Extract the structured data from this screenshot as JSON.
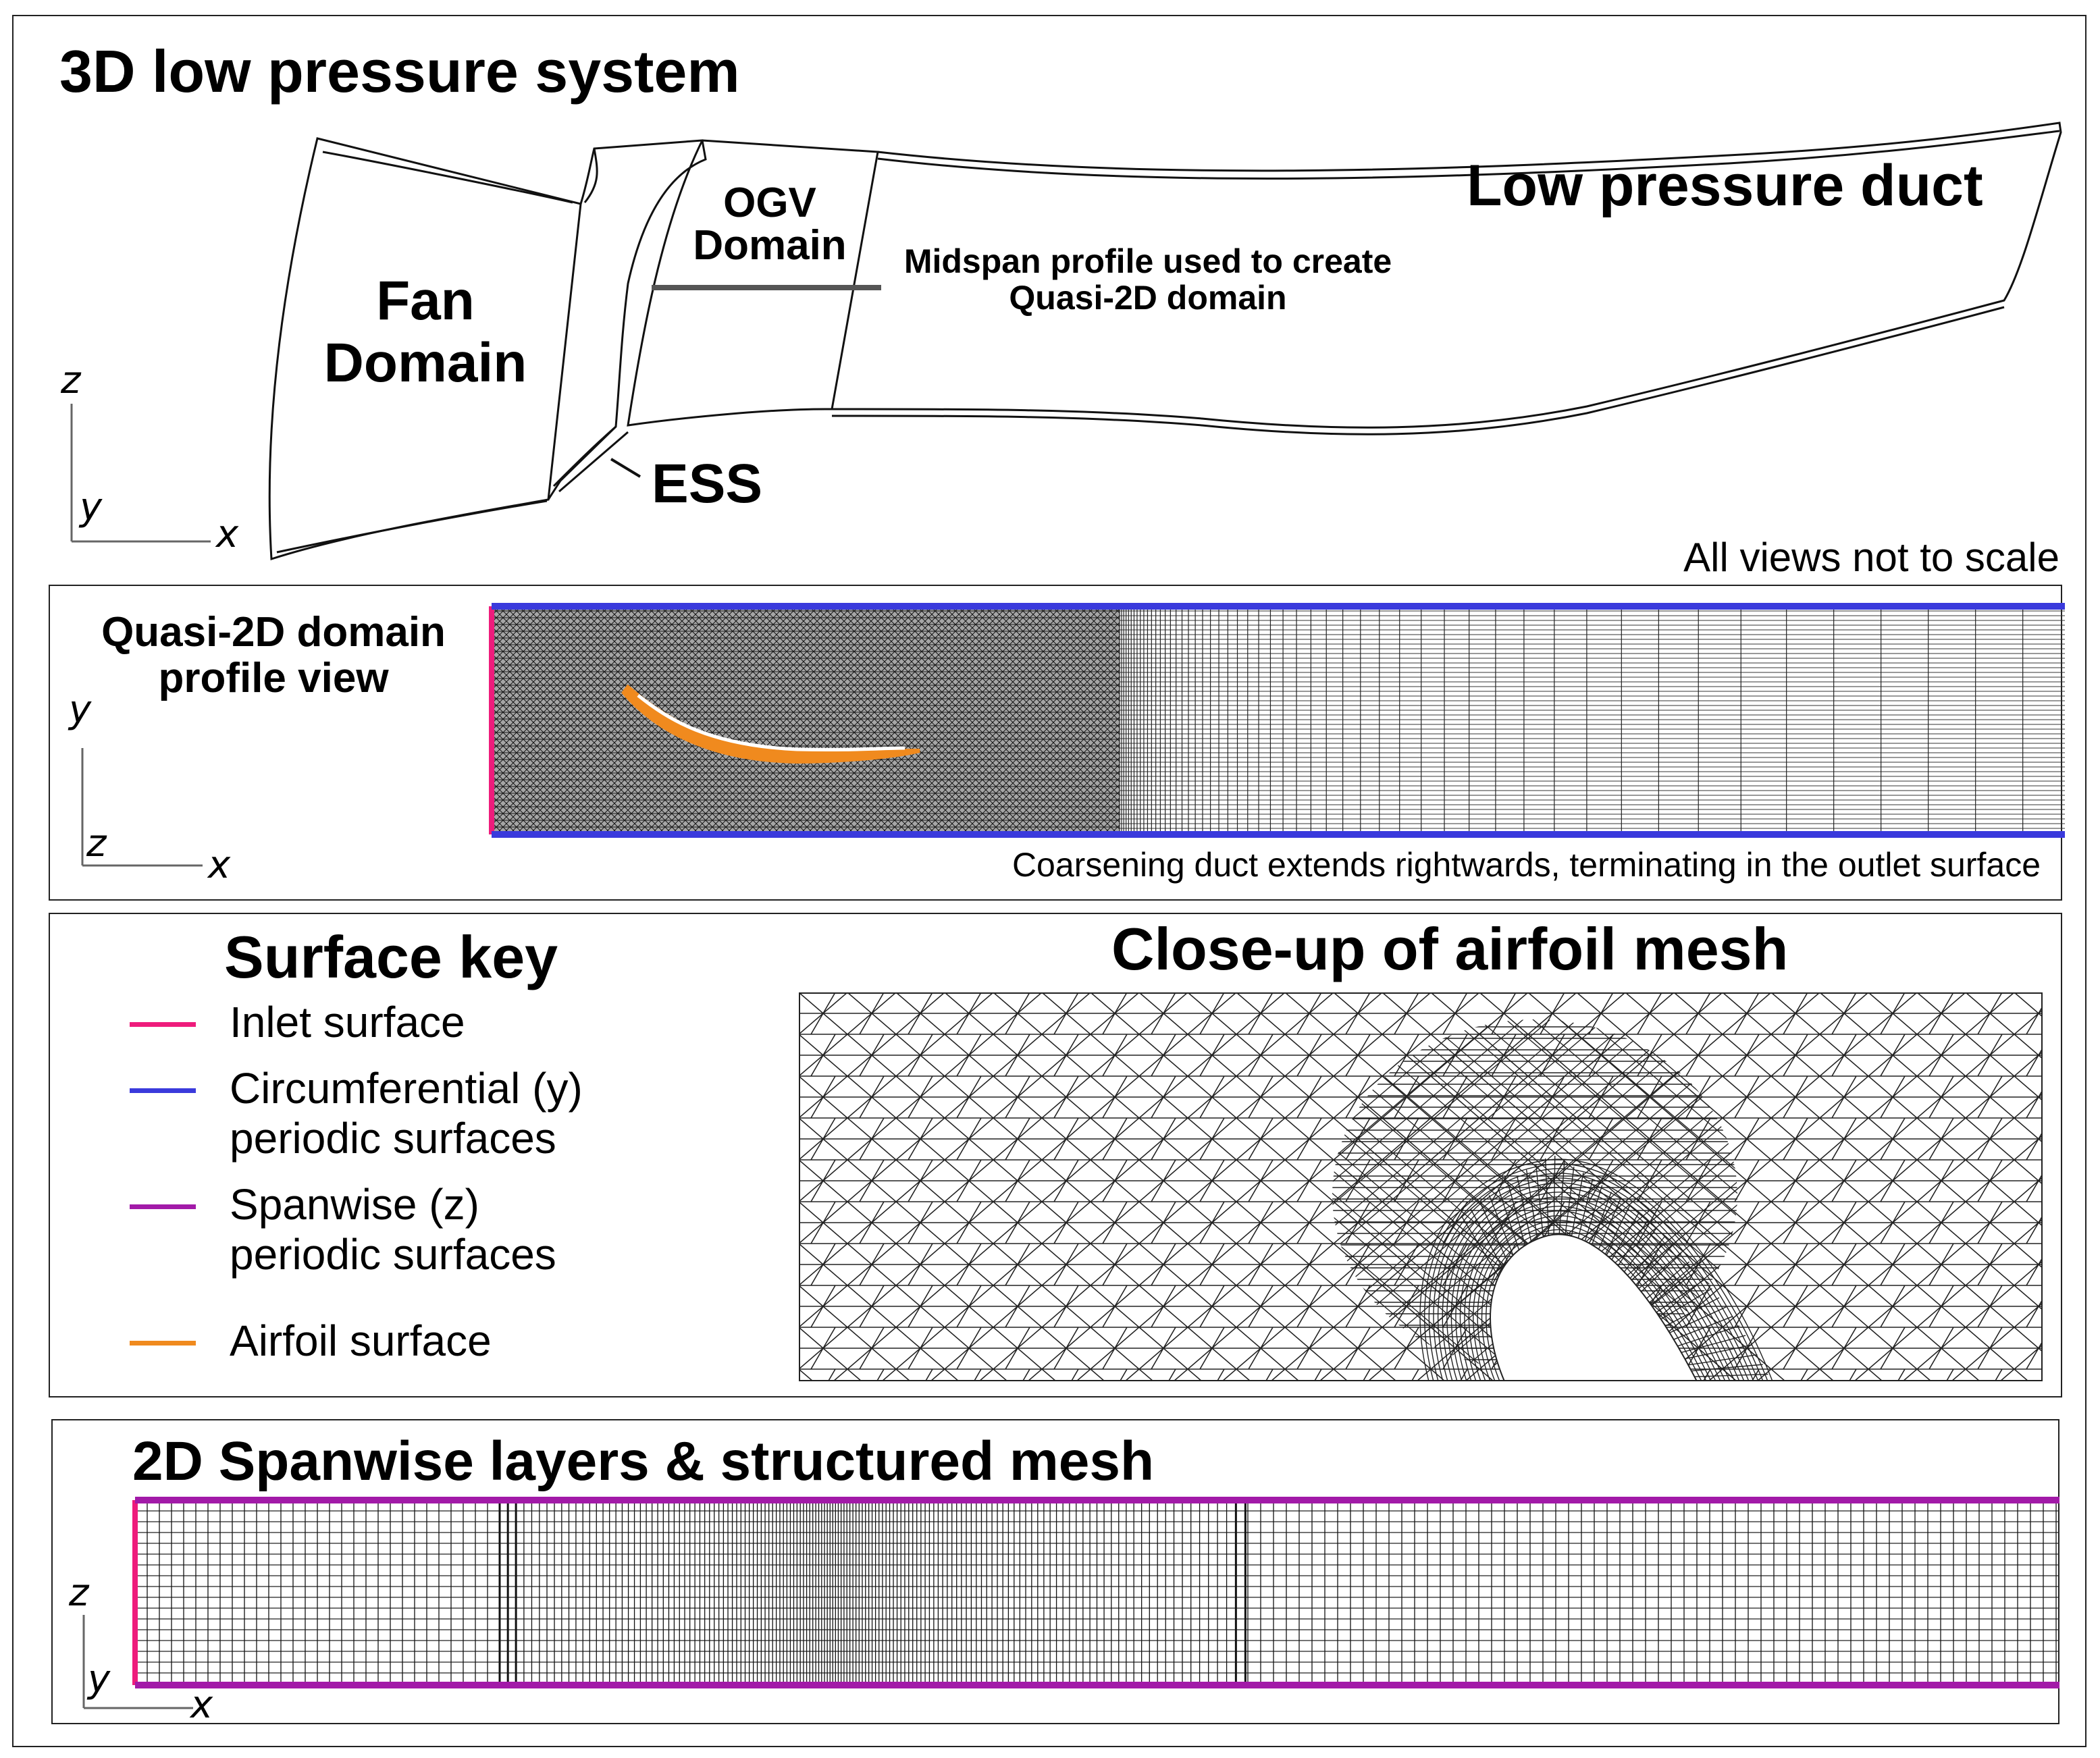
{
  "top": {
    "title": "3D low pressure system",
    "fan_domain": [
      "Fan",
      "Domain"
    ],
    "ogv_domain": [
      "OGV",
      "Domain"
    ],
    "midspan_note": [
      "Midspan profile used to create",
      "Quasi-2D domain"
    ],
    "lp_duct": "Low pressure duct",
    "ess": "ESS",
    "axes": {
      "v": "z",
      "depth": "y",
      "h": "x"
    },
    "scale_note": "All views not to scale"
  },
  "quasi2d": {
    "title": [
      "Quasi-2D domain",
      "profile view"
    ],
    "axes": {
      "v": "y",
      "depth": "z",
      "h": "x"
    },
    "note": "Coarsening duct extends rightwards, terminating in the outlet surface"
  },
  "key": {
    "title": "Surface key",
    "items": [
      {
        "lines": [
          "Inlet surface"
        ],
        "color": "#ee1c7c"
      },
      {
        "lines": [
          "Circumferential (y)",
          "periodic surfaces"
        ],
        "color": "#3a3adc"
      },
      {
        "lines": [
          "Spanwise (z)",
          "periodic surfaces"
        ],
        "color": "#a21aa8"
      },
      {
        "lines": [
          "Airfoil surface"
        ],
        "color": "#f08a1e"
      }
    ]
  },
  "closeup": {
    "title": "Close-up of airfoil mesh"
  },
  "spanwise": {
    "title": "2D Spanwise layers & structured mesh",
    "axes": {
      "v": "z",
      "depth": "y",
      "h": "x"
    }
  }
}
